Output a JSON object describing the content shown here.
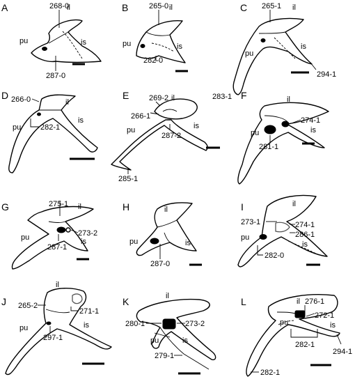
{
  "panels": [
    {
      "letter": "A",
      "annotations": [
        "268-0",
        "il",
        "is",
        "pu",
        "287-0"
      ]
    },
    {
      "letter": "B",
      "annotations": [
        "265-0",
        "il",
        "pu",
        "is",
        "282-0"
      ]
    },
    {
      "letter": "C",
      "annotations": [
        "265-1",
        "il",
        "pu",
        "is",
        "294-1",
        "283-1"
      ]
    },
    {
      "letter": "D",
      "annotations": [
        "266-0",
        "il",
        "is",
        "pu",
        "282-1"
      ]
    },
    {
      "letter": "E",
      "annotations": [
        "269-2",
        "il",
        "266-1",
        "pu",
        "is",
        "287-2",
        "285-1"
      ]
    },
    {
      "letter": "F",
      "annotations": [
        "il",
        "274-1",
        "pu",
        "is",
        "281-1"
      ]
    },
    {
      "letter": "G",
      "annotations": [
        "275-1",
        "il",
        "273-2",
        "pu",
        "is",
        "287-1"
      ]
    },
    {
      "letter": "H",
      "annotations": [
        "il",
        "pu",
        "is",
        "287-0"
      ]
    },
    {
      "letter": "I",
      "annotations": [
        "il",
        "273-1",
        "274-1",
        "286-1",
        "pu",
        "is",
        "282-0"
      ]
    },
    {
      "letter": "J",
      "annotations": [
        "il",
        "265-2",
        "271-1",
        "pu",
        "297-1",
        "is"
      ]
    },
    {
      "letter": "K",
      "annotations": [
        "il",
        "280-1",
        "273-2",
        "pu",
        "is",
        "279-1"
      ]
    },
    {
      "letter": "L",
      "annotations": [
        "il",
        "276-1",
        "272-1",
        "pu",
        "is",
        "282-1",
        "294-1",
        "282-1"
      ]
    }
  ]
}
